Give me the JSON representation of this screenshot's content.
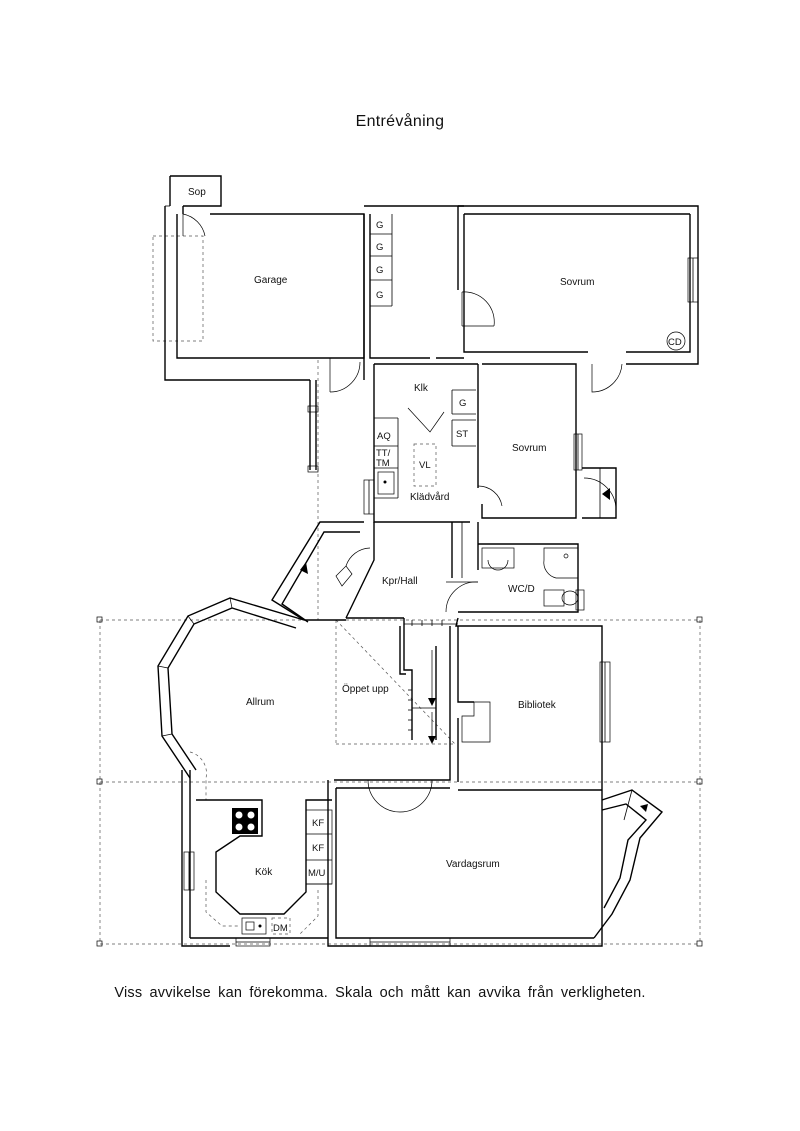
{
  "title": "Entrévåning",
  "disclaimer": "Viss avvikelse kan förekomma. Skala och mått kan avvika från verkligheten.",
  "rooms": {
    "sop": "Sop",
    "garage": "Garage",
    "sovrum_1": "Sovrum",
    "klk": "Klk",
    "sovrum_2": "Sovrum",
    "kladvard": "Klädvård",
    "kpr_hall": "Kpr/Hall",
    "wc_d": "WC/D",
    "allrum": "Allrum",
    "oppet_upp": "Öppet upp",
    "bibliotek": "Bibliotek",
    "kok": "Kök",
    "vardagsrum": "Vardagsrum"
  },
  "fixtures": {
    "g": "G",
    "aq": "AQ",
    "tt": "TT/",
    "tm": "TM",
    "vl": "VL",
    "st": "ST",
    "cd": "CD",
    "kf": "KF",
    "mu": "M/U",
    "dm": "DM"
  }
}
